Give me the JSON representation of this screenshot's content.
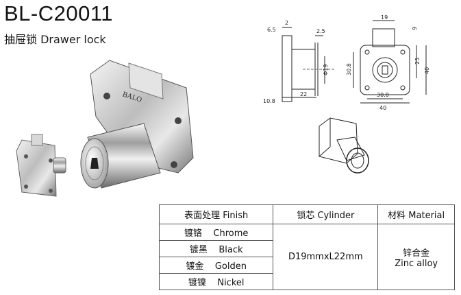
{
  "product": {
    "model": "BL-C20011",
    "name": "抽屉锁 Drawer lock",
    "brand_mark": "BALO"
  },
  "dimensions": {
    "side_view": [
      "2",
      "6.5",
      "2.5",
      "Φ19",
      "10.8",
      "22"
    ],
    "front_view": [
      "19",
      "9",
      "25",
      "40",
      "30.8",
      "30.8",
      "40"
    ]
  },
  "spec_table": {
    "headers": [
      "表面处理 Finish",
      "锁芯 Cylinder",
      "材料 Material"
    ],
    "finishes": [
      "镀铬    Chrome",
      "镀黑    Black",
      "镀金    Golden",
      "镀镍    Nickel"
    ],
    "cylinder": "D19mmxL22mm",
    "material_cn": "锌合金",
    "material_en": "Zinc alloy"
  }
}
